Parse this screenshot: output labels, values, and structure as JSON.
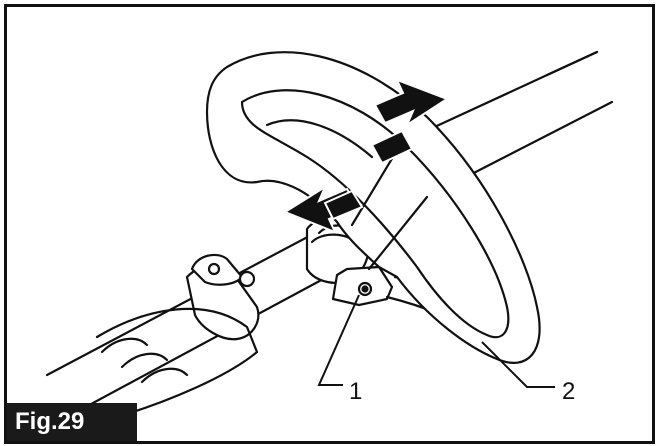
{
  "figure": {
    "label": "Fig.29"
  },
  "callouts": [
    {
      "number": "1"
    },
    {
      "number": "2"
    }
  ],
  "colors": {
    "line": "#111111",
    "fill": "#ffffff",
    "label_bg": "#1a1a1a",
    "label_text": "#ffffff"
  }
}
